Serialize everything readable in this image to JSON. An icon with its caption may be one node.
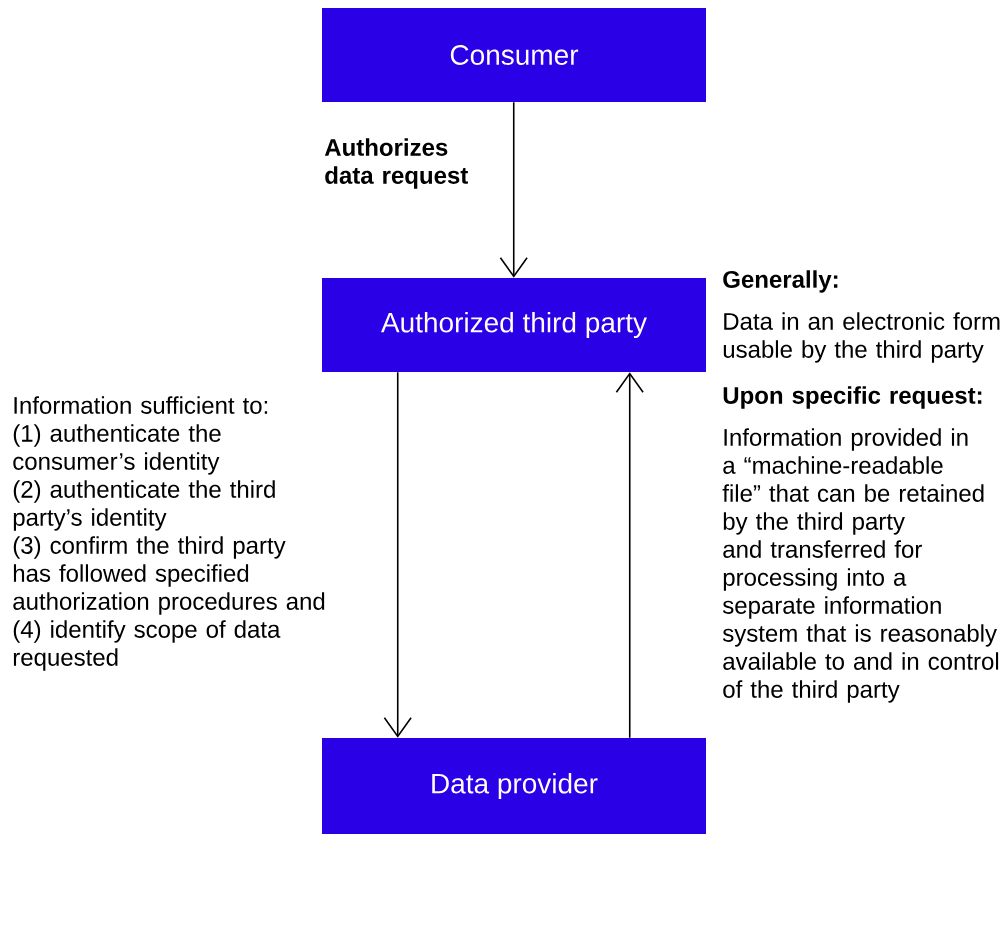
{
  "diagram": {
    "nodes": [
      {
        "text": [
          "Consumer"
        ]
      },
      {
        "text": [
          "Authorized third party"
        ]
      },
      {
        "text": [
          "Data provider"
        ]
      }
    ],
    "edges": [
      {
        "from": 0,
        "to": 1,
        "arrow": "to",
        "label": "Authorizes data request"
      },
      {
        "from": 1,
        "to": 2,
        "arrow": "to"
      },
      {
        "from": 2,
        "to": 1,
        "arrow": "to"
      }
    ],
    "labels": [
      "Information sufficient to:",
      "(1) authenticate the consumer’s identity",
      "(2) authenticate the third party’s identity",
      "(3) confirm the third party has followed specified authorization procedures and",
      "(4) identify scope of data requested",
      "Generally:",
      "Data in an electronic form usable by the third party",
      "Upon specific request:",
      "Information provided in a “machine-readable file” that can be retained by the third party and transferred for processing into a separate information system that is reasonably available to and in control of the third party"
    ]
  }
}
